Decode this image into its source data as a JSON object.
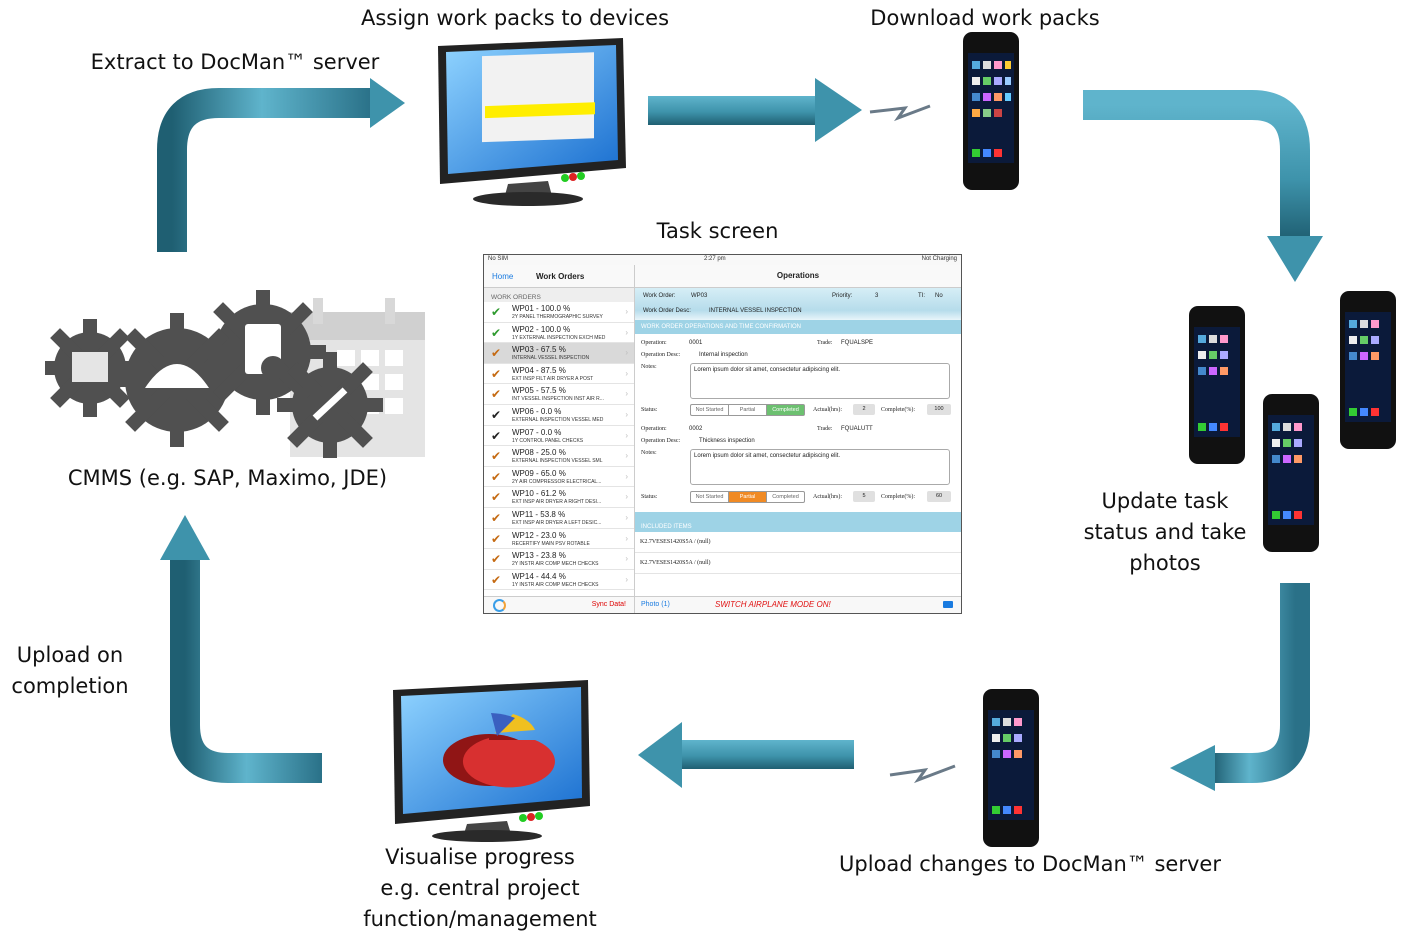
{
  "labels": {
    "assign": "Assign work packs to devices",
    "download": "Download work packs",
    "extract": "Extract to DocMan™ server",
    "task_screen": "Task screen",
    "cmms": "CMMS (e.g. SAP, Maximo, JDE)",
    "update": "Update task\nstatus and take\nphotos",
    "upload_completion": "Upload on\ncompletion",
    "visualise": "Visualise progress\ne.g. central project\nfunction/management",
    "upload_changes": "Upload changes to DocMan™ server"
  },
  "colors": {
    "arrow": "#3e93ab",
    "arrow_dark": "#1f5f72"
  },
  "icons": [
    "monitor-icon",
    "phone-icon",
    "gears-icon",
    "calendar-icon",
    "pie-chart-icon",
    "signal-icon",
    "arrow-icon"
  ],
  "task_screen": {
    "status_left": "No SIM",
    "status_time": "2:27 pm",
    "status_right": "Not Charging",
    "home": "Home",
    "left_title": "Work Orders",
    "right_title": "Operations",
    "section": "WORK ORDERS",
    "work_orders": [
      {
        "title": "WP01 - 100.0 %",
        "desc": "2Y PANEL THERMOGRAPHIC SURVEY",
        "check": "green"
      },
      {
        "title": "WP02 - 100.0 %",
        "desc": "1Y EXTERNAL INSPECTION EXCH MED",
        "check": "green"
      },
      {
        "title": "WP03 - 67.5 %",
        "desc": "INTERNAL VESSEL INSPECTION",
        "check": "orange"
      },
      {
        "title": "WP04 - 87.5 %",
        "desc": "EXT INSP FILT AIR DRYER A POST",
        "check": "orange"
      },
      {
        "title": "WP05 - 57.5 %",
        "desc": "INT VESSEL INSPECTION INST AIR R...",
        "check": "orange"
      },
      {
        "title": "WP06 - 0.0 %",
        "desc": "EXTERNAL INSPECTION VESSEL MED",
        "check": "black"
      },
      {
        "title": "WP07 - 0.0 %",
        "desc": "1Y CONTROL PANEL CHECKS",
        "check": "black"
      },
      {
        "title": "WP08 - 25.0 %",
        "desc": "EXTERNAL INSPECTION VESSEL SML",
        "check": "orange"
      },
      {
        "title": "WP09 - 65.0 %",
        "desc": "2Y AIR COMPRESSOR ELECTRICAL...",
        "check": "orange"
      },
      {
        "title": "WP10 - 61.2 %",
        "desc": "EXT INSP AIR DRYER A RIGHT DESI...",
        "check": "orange"
      },
      {
        "title": "WP11 - 53.8 %",
        "desc": "EXT INSP AIR DRYER A LEFT DESIC...",
        "check": "orange"
      },
      {
        "title": "WP12 - 23.0 %",
        "desc": "RECERTIFY MAIN PSV ROTABLE",
        "check": "orange"
      },
      {
        "title": "WP13 - 23.8 %",
        "desc": "2Y INSTR AIR COMP MECH CHECKS",
        "check": "orange"
      },
      {
        "title": "WP14 - 44.4 %",
        "desc": "1Y INSTR AIR COMP MECH CHECKS",
        "check": "orange"
      }
    ],
    "sync": "Sync Data!",
    "wo_label": "Work Order:",
    "wo_value": "WP03",
    "priority_label": "Priority:",
    "priority_value": "3",
    "ti_label": "TI:",
    "ti_value": "No",
    "desc_label": "Work Order Desc:",
    "desc_value": "INTERNAL VESSEL INSPECTION",
    "ops_header": "WORK ORDER OPERATIONS AND TIME CONFIRMATION",
    "op1": {
      "op": "0001",
      "trade": "FQUALSPE",
      "desc": "Internal inspection",
      "notes": "Lorem ipsum dolor sit amet, consectetur adipiscing elit.",
      "actual": "2",
      "complete": "100"
    },
    "op2": {
      "op": "0002",
      "trade": "FQUALUTT",
      "desc": "Thickness inspection",
      "notes": "Lorem ipsum dolor sit amet, consectetur adipiscing elit.",
      "actual": "5",
      "complete": "60"
    },
    "op_label": "Operation:",
    "trade_label": "Trade:",
    "opdesc_label": "Operation Desc:",
    "notes_label": "Notes:",
    "status_label": "Status:",
    "seg": [
      "Not Started",
      "Partial",
      "Completed"
    ],
    "actual_label": "Actual(hrs):",
    "complete_label": "Complete(%):",
    "included_header": "INCLUDED ITEMS",
    "included": [
      "K2.7VESES1420S5A / (null)",
      "K2.7VESES1420S5A / (null)"
    ],
    "photo": "Photo (1)",
    "warning": "SWITCH AIRPLANE MODE ON!"
  }
}
